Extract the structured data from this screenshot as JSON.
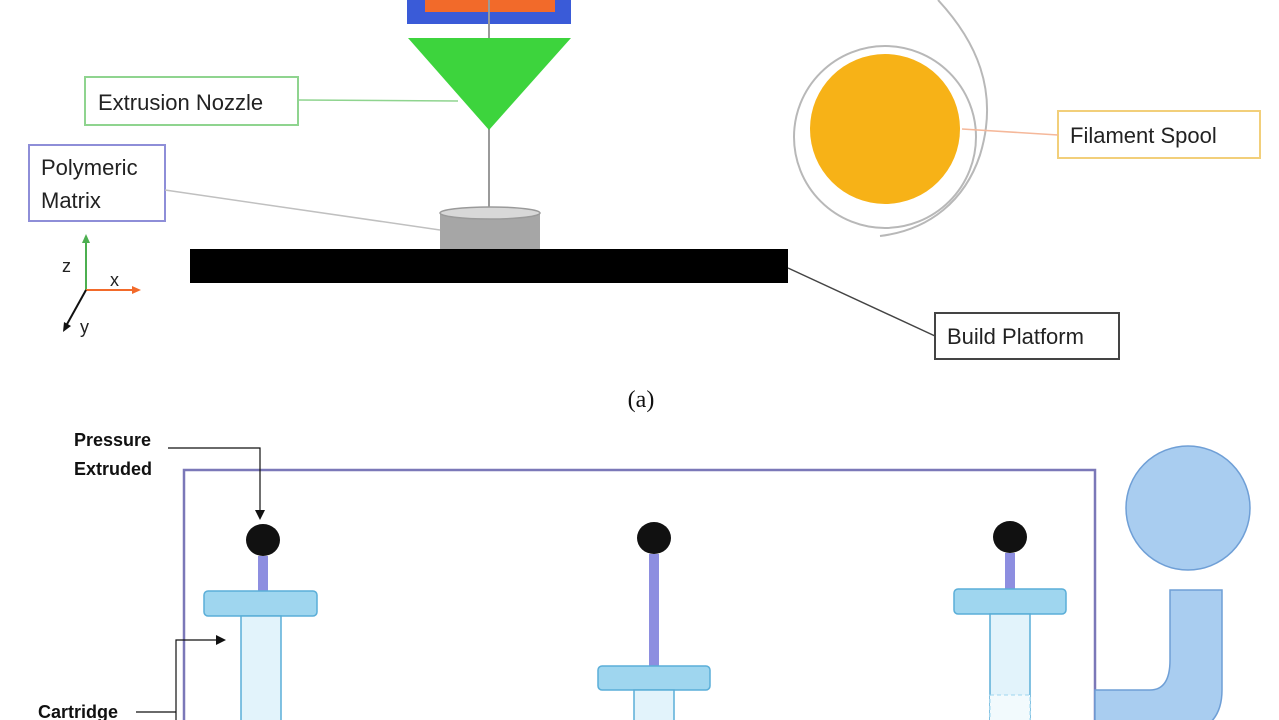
{
  "fdm": {
    "labels": {
      "extrusion_nozzle": "Extrusion Nozzle",
      "polymeric_matrix_line1": "Polymeric",
      "polymeric_matrix_line2": "Matrix",
      "filament_spool": "Filament Spool",
      "build_platform": "Build Platform"
    },
    "axes": {
      "z": "z",
      "x": "x",
      "y": "y"
    },
    "caption": "(a)"
  },
  "extrusion": {
    "labels": {
      "pressure_line1": "Pressure",
      "pressure_line2": "Extruded",
      "cartridge": "Cartridge"
    }
  },
  "colors": {
    "nozzle_green": "#3dd43d",
    "heater_blue": "#3a5bd8",
    "heater_orange": "#f26a2a",
    "spool_fill": "#f7b217",
    "platform": "#000000",
    "matrix_grey": "#a6a6a6",
    "syringe_blue": "#9fd6ef",
    "frame_purple": "#7b78b8",
    "reservoir_blue": "#a9cdf0",
    "nozzle_label_border": "#8fd48f",
    "matrix_label_border": "#8e8ed8",
    "spool_label_border": "#f2cf7a",
    "platform_label_border": "#444444"
  }
}
